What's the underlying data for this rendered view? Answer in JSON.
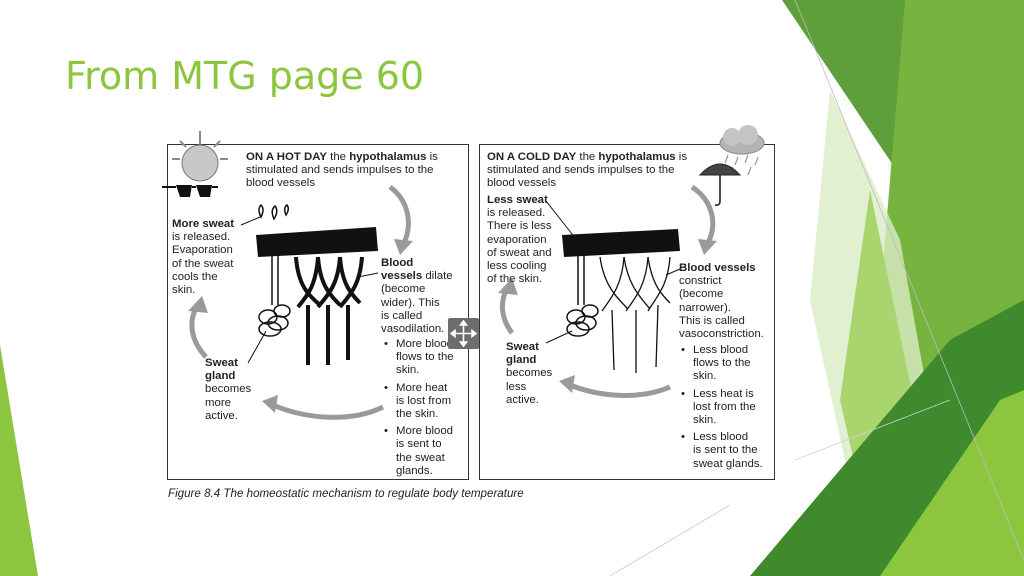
{
  "slide": {
    "title": "From MTG page 60",
    "accent_color": "#8cc63f"
  },
  "hot_day": {
    "header_bold_1": "ON A HOT DAY",
    "header_plain_1": " the ",
    "header_bold_2": "hypothalamus",
    "header_plain_2": " is",
    "header_rest": "stimulated and sends impulses to the\nblood vessels",
    "sweat_bold": "More sweat",
    "sweat_rest": "is released.\nEvaporation\nof the sweat\ncools the\nskin.",
    "vessels_bold": "Blood\nvessels",
    "vessels_rest": " dilate\n(become\nwider). This\nis called\nvasodilation.",
    "gland_bold": "Sweat\ngland",
    "gland_rest": "becomes\nmore\nactive.",
    "bullets": [
      "More blood\nflows to the\nskin.",
      "More heat\nis lost from\nthe skin.",
      "More blood\nis sent to\nthe sweat\nglands."
    ]
  },
  "cold_day": {
    "header_bold_1": "ON A COLD DAY",
    "header_plain_1": " the ",
    "header_bold_2": "hypothalamus",
    "header_plain_2": " is",
    "header_rest": "stimulated and sends impulses to the\nblood vessels",
    "sweat_bold": "Less sweat",
    "sweat_rest": "is released.\nThere is less\nevaporation\nof sweat and\nless cooling\nof the skin.",
    "vessels_bold": "Blood vessels",
    "vessels_rest": "constrict\n(become\nnarrower).\nThis is called\nvasoconstriction.",
    "gland_bold": "Sweat\ngland",
    "gland_rest": "becomes\nless\nactive.",
    "bullets": [
      "Less blood\nflows to the\nskin.",
      "Less heat is\nlost from the\nskin.",
      "Less blood\nis sent to the\nsweat glands."
    ]
  },
  "figure": {
    "caption": "Figure 8.4 The homeostatic mechanism to regulate body temperature"
  },
  "icons": {
    "move_handle": "move-arrows-icon",
    "sun": "sun-with-sunglasses-icon",
    "cloud": "rain-cloud-with-umbrella-icon"
  }
}
